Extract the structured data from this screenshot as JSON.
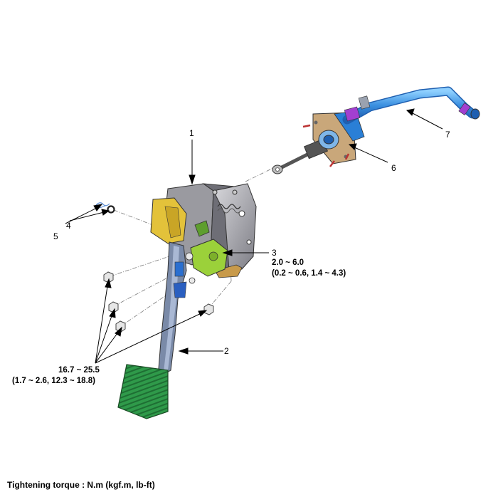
{
  "callouts": {
    "c1": "1",
    "c2": "2",
    "c3": "3",
    "c4": "4",
    "c5": "5",
    "c6": "6",
    "c7": "7"
  },
  "torque_sensor": {
    "line1": "2.0 ~ 6.0",
    "line2": "(0.2 ~ 0.6, 1.4 ~ 4.3)"
  },
  "torque_bolts": {
    "line1": "16.7 ~ 25.5",
    "line2": "(1.7 ~ 2.6, 12.3 ~ 18.8)"
  },
  "footer": "Tightening torque : N.m (kgf.m, lb-ft)",
  "colors": {
    "bracket": "#8a8a90",
    "pedal_arm": "#6f7fa0",
    "pedal_pad": "#2f9a4a",
    "sensor": "#9bd13a",
    "stopper": "#e3c23a",
    "pipe": "#3a8fe0",
    "clamp": "#a23fd0"
  }
}
